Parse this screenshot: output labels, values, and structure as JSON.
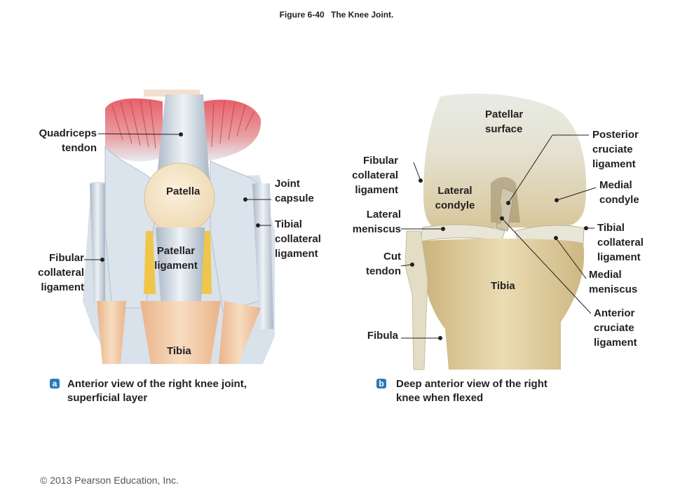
{
  "title": {
    "figure": "Figure 6-40",
    "name": "The Knee Joint."
  },
  "panel_a": {
    "badge": "a",
    "caption": [
      "Anterior view of the right knee joint,",
      "superficial layer"
    ],
    "labels": {
      "quadriceps_tendon": [
        "Quadriceps",
        "tendon"
      ],
      "patella": "Patella",
      "joint_capsule": [
        "Joint",
        "capsule"
      ],
      "tibial_collateral_ligament": [
        "Tibial",
        "collateral",
        "ligament"
      ],
      "patellar_ligament": [
        "Patellar",
        "ligament"
      ],
      "fibular_collateral_ligament": [
        "Fibular",
        "collateral",
        "ligament"
      ],
      "tibia": "Tibia"
    }
  },
  "panel_b": {
    "badge": "b",
    "caption": [
      "Deep anterior view of the right",
      "knee when flexed"
    ],
    "labels": {
      "patellar_surface": [
        "Patellar",
        "surface"
      ],
      "posterior_cruciate_ligament": [
        "Posterior",
        "cruciate",
        "ligament"
      ],
      "fibular_collateral_ligament": [
        "Fibular",
        "collateral",
        "ligament"
      ],
      "lateral_condyle": [
        "Lateral",
        "condyle"
      ],
      "medial_condyle": [
        "Medial",
        "condyle"
      ],
      "lateral_meniscus": [
        "Lateral",
        "meniscus"
      ],
      "tibial_collateral_ligament": [
        "Tibial",
        "collateral",
        "ligament"
      ],
      "cut_tendon": [
        "Cut",
        "tendon"
      ],
      "medial_meniscus": [
        "Medial",
        "meniscus"
      ],
      "tibia": "Tibia",
      "anterior_cruciate_ligament": [
        "Anterior",
        "cruciate",
        "ligament"
      ],
      "fibula": "Fibula"
    }
  },
  "copyright": "© 2013 Pearson Education, Inc."
}
